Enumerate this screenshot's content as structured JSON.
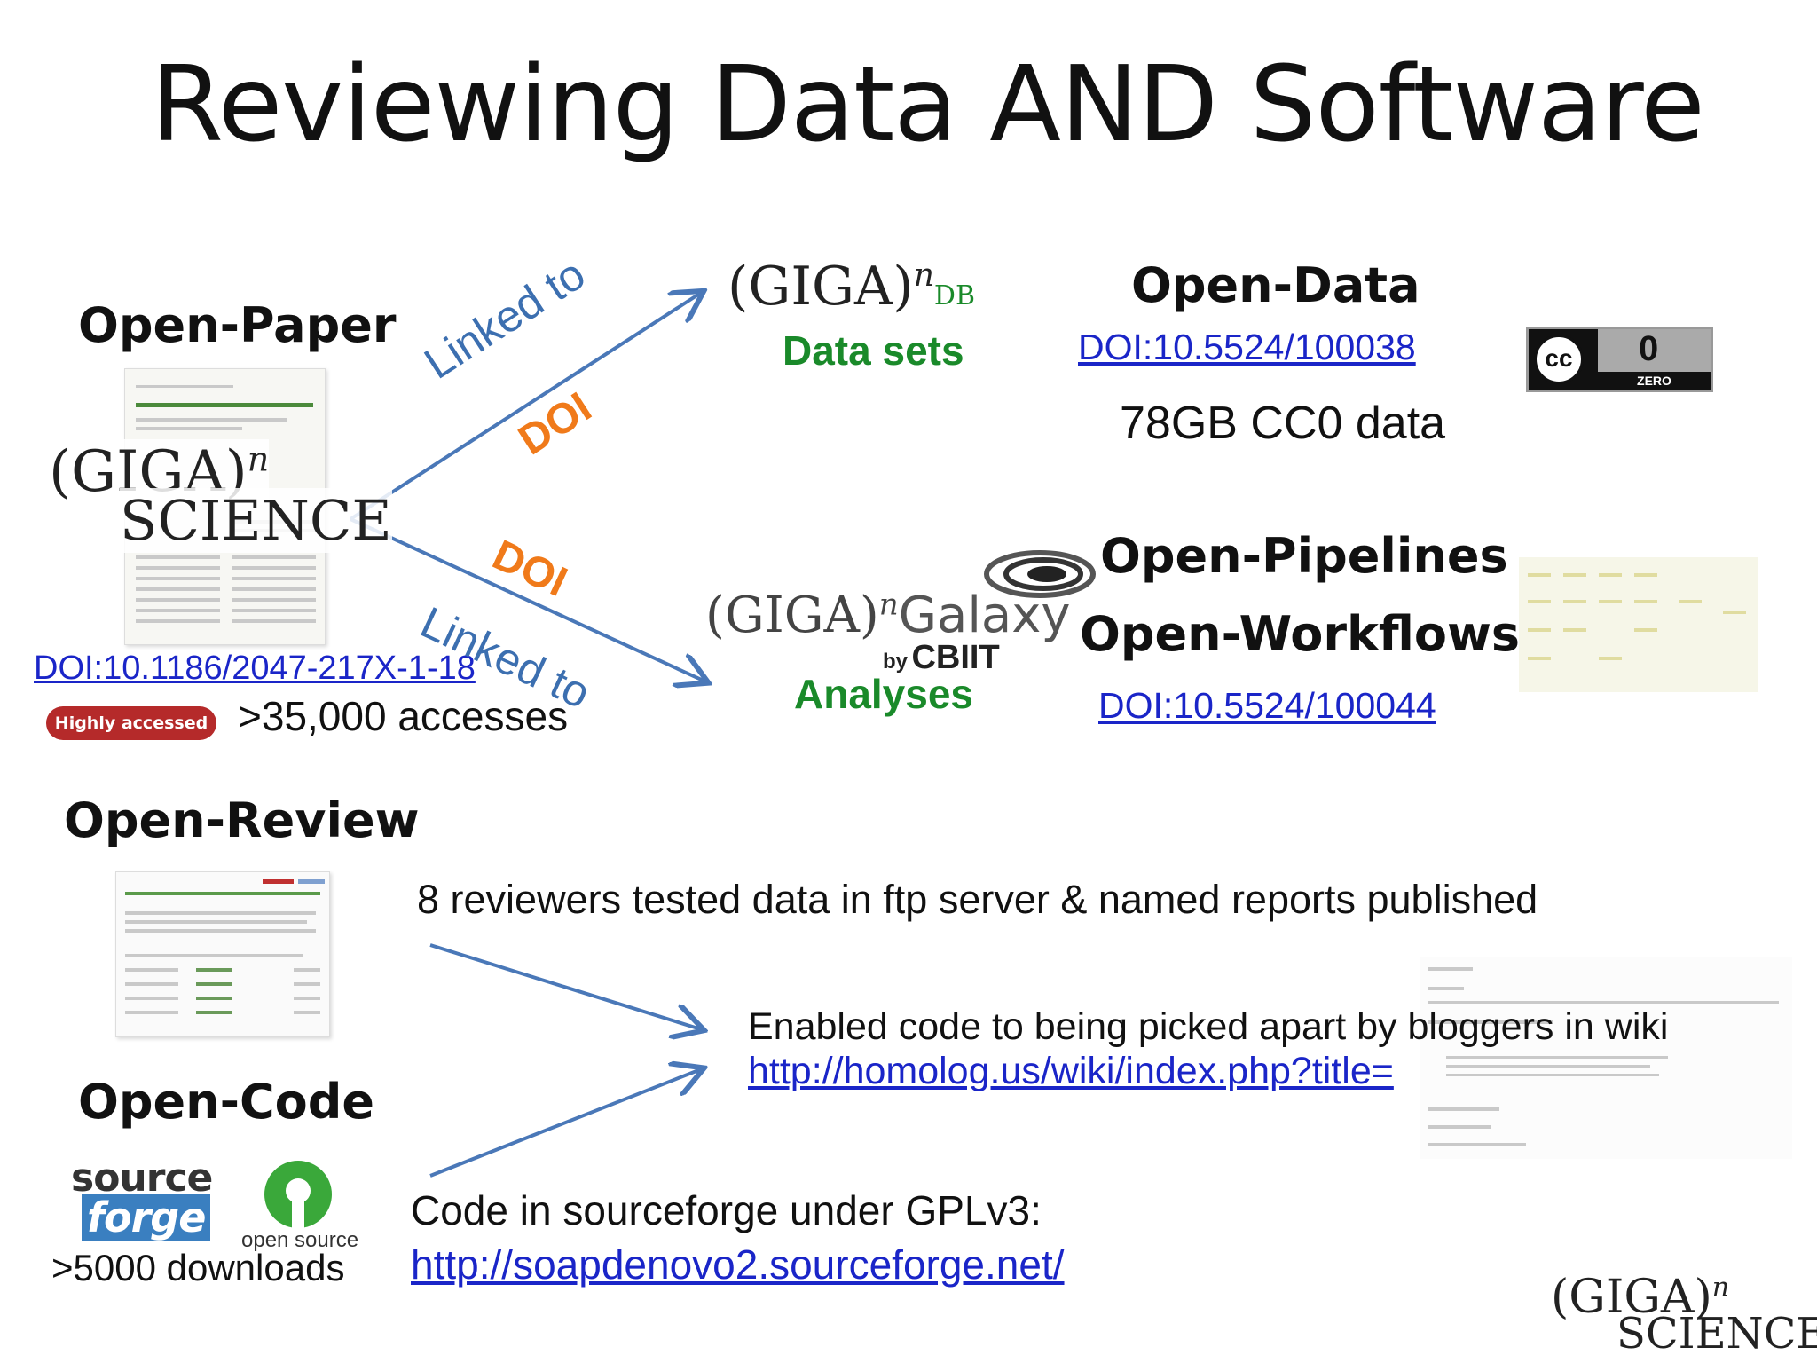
{
  "title": "Reviewing Data AND Software",
  "open_paper": {
    "heading": "Open-Paper",
    "doi": "DOI:10.1186/2047-217X-1-18",
    "badge": "Highly accessed",
    "accesses": ">35,000 accesses",
    "logo_line1": "(GIGA)",
    "logo_sup": "n",
    "logo_line2": "SCIENCE"
  },
  "arrows": {
    "upper_linked": "Linked to",
    "upper_doi": "DOI",
    "lower_doi": "DOI",
    "lower_linked": "Linked to"
  },
  "gigadb": {
    "logo": "(GIGA)",
    "sup": "n",
    "sub": "DB",
    "label": "Data sets"
  },
  "open_data": {
    "heading": "Open-Data",
    "doi": "DOI:10.5524/100038",
    "size": "78GB CC0 data",
    "cc_zero_label": "ZERO",
    "cc_zero_digit": "0",
    "cc_text": "cc"
  },
  "galaxy": {
    "logo": "(GIGA)",
    "sup": "n",
    "name": "Galaxy",
    "by": "by",
    "org": "CBIIT",
    "label": "Analyses"
  },
  "open_pipelines": {
    "heading1": "Open-Pipelines",
    "heading2": "Open-Workflows",
    "doi": "DOI:10.5524/100044"
  },
  "open_review": {
    "heading": "Open-Review",
    "text": "8 reviewers tested data in ftp server & named reports published"
  },
  "wiki": {
    "text": "Enabled code to being picked apart by bloggers in wiki",
    "link": "http://homolog.us/wiki/index.php?title="
  },
  "open_code": {
    "heading": "Open-Code",
    "sf_top": "source",
    "sf_bottom": "forge",
    "os_label": "open source",
    "downloads": ">5000 downloads",
    "text": "Code in sourceforge under GPLv3:",
    "link": "http://soapdenovo2.sourceforge.net/"
  },
  "footer_logo": {
    "line1": "(GIGA)",
    "sup": "n",
    "line2": "SCIENCE"
  },
  "colors": {
    "arrow": "#4a78b8",
    "green": "#1a8a2a",
    "orange": "#f07a1a",
    "link": "#1a25c8",
    "badge": "#b52a2a"
  }
}
